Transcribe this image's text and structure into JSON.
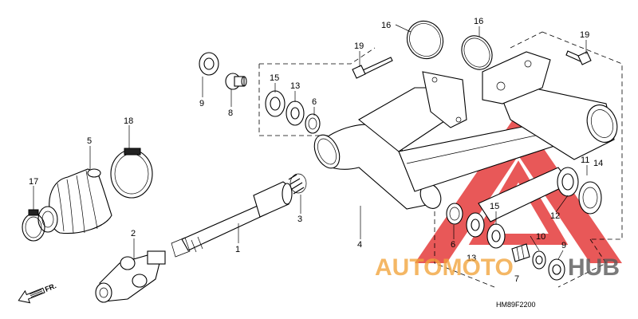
{
  "diagram": {
    "code": "HM89F2200",
    "direction_label": "FR.",
    "colors": {
      "line": "#000000",
      "watermark_red": "#e02020",
      "watermark_orange": "#f2a33a",
      "watermark_gray": "#5a5a5a"
    }
  },
  "callouts": {
    "c1": "1",
    "c2": "2",
    "c3": "3",
    "c4": "4",
    "c5": "5",
    "c6a": "6",
    "c6b": "6",
    "c7": "7",
    "c8": "8",
    "c9a": "9",
    "c9b": "9",
    "c10": "10",
    "c11": "11",
    "c12": "12",
    "c13a": "13",
    "c13b": "13",
    "c14": "14",
    "c15a": "15",
    "c15b": "15",
    "c16a": "16",
    "c16b": "16",
    "c17": "17",
    "c18": "18",
    "c19a": "19",
    "c19b": "19"
  },
  "watermark": {
    "part1": "AUTOMOTO",
    "part2": "HUB"
  }
}
